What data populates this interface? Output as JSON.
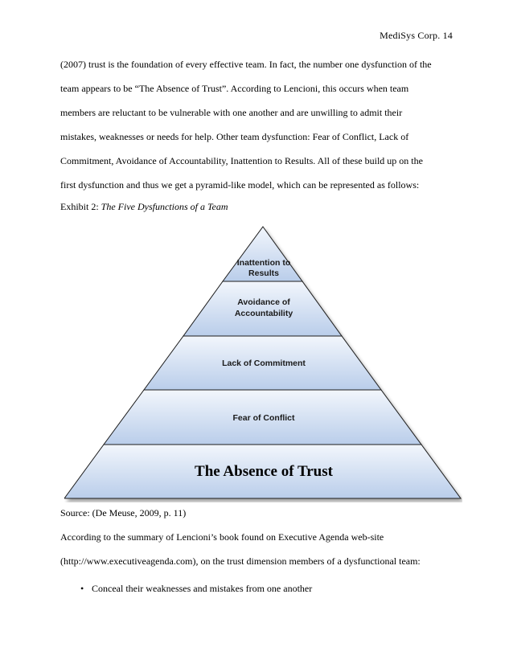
{
  "header": {
    "text": "MediSys Corp.  14"
  },
  "paragraph_lines": [
    "(2007) trust is the foundation of every effective team. In fact, the number one dysfunction of the",
    "team appears to be “The Absence of Trust”.  According to Lencioni,  this occurs when team",
    "members are reluctant to be vulnerable with one another and are unwilling to admit their",
    "mistakes,  weaknesses or needs for help.  Other team dysfunction:  Fear of Conflict,  Lack of",
    "Commitment,  Avoidance of Accountability,  Inattention to Results.  All of these build up on the",
    "first dysfunction and thus we get a pyramid-like model,  which can be represented as follows:"
  ],
  "exhibit": {
    "label": "Exhibit  2: ",
    "title": "The Five Dysfunctions of a Team"
  },
  "pyramid": {
    "tiers": [
      {
        "line1": "Inattention  to",
        "line2": "Results"
      },
      {
        "line1": "Avoidance  of",
        "line2": "Accountability"
      },
      {
        "line1": "Lack of Commitment",
        "line2": ""
      },
      {
        "line1": "Fear of Conflict",
        "line2": ""
      },
      {
        "line1": "The Absence of Trust",
        "line2": ""
      }
    ],
    "colors": {
      "top": "#f2f6fc",
      "bottom": "#b9cdea",
      "stroke": "#1a1a1a"
    }
  },
  "source": "Source:  (De Meuse, 2009, p. 11)",
  "after_lines": [
    "According to the summary of Lencioni’s book found on Executive Agenda web-site",
    "(http://www.executiveagenda.com),  on the trust dimension members of a dysfunctional team:"
  ],
  "bullets": [
    {
      "marker": "•",
      "text": "Conceal their weaknesses and mistakes from one another"
    }
  ]
}
